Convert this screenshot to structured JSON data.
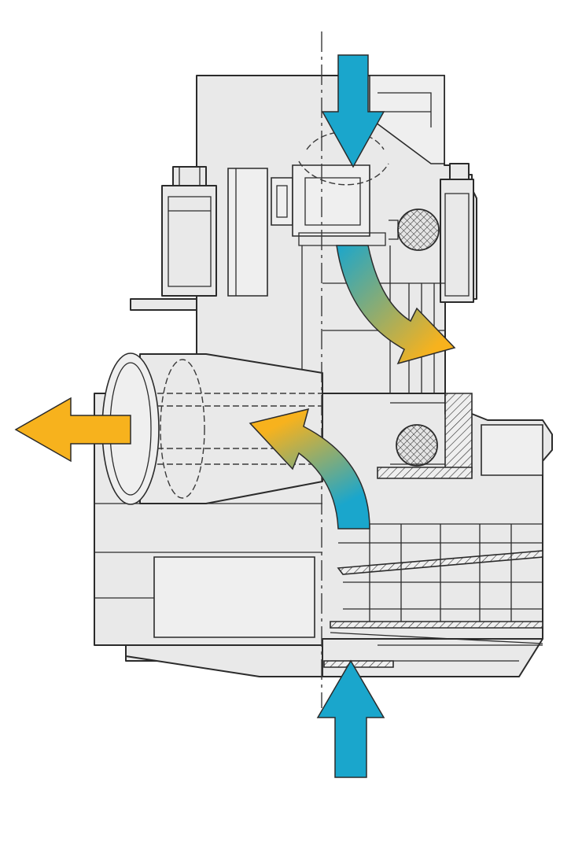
{
  "colors": {
    "inflow": "#1aa6cc",
    "outflow": "#f7b21d",
    "body_fill": "#e9e9e9",
    "outline": "#2b2b2b",
    "background": "#ffffff"
  },
  "airflow": {
    "inlets": 2,
    "outlets": 2,
    "gradient_paths": 2
  }
}
